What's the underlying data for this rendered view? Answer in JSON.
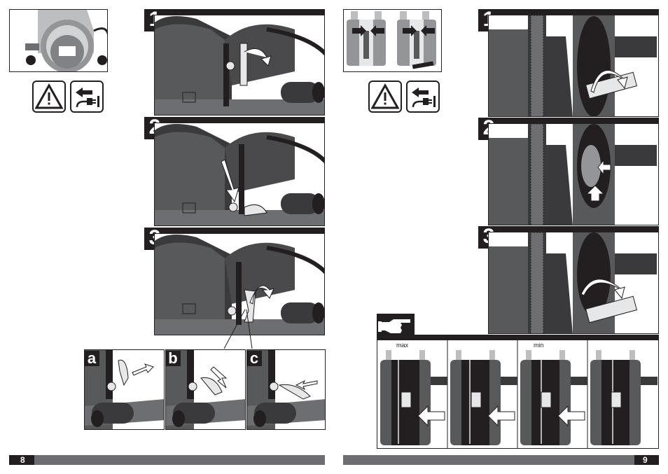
{
  "left_page": {
    "page_number": "8",
    "steps": [
      {
        "number": "1"
      },
      {
        "number": "2"
      },
      {
        "number": "3"
      }
    ],
    "detail_steps": [
      {
        "letter": "a"
      },
      {
        "letter": "b"
      },
      {
        "letter": "c"
      }
    ],
    "icons": [
      "warning-triangle-icon",
      "unplug-icon"
    ]
  },
  "right_page": {
    "page_number": "9",
    "steps": [
      {
        "number": "1"
      },
      {
        "number": "2"
      },
      {
        "number": "3"
      }
    ],
    "adjust_panel": {
      "label_max": "max",
      "label_min": "min",
      "icon": "pointing-hand-icon"
    },
    "icons": [
      "warning-triangle-icon",
      "unplug-icon"
    ]
  },
  "colors": {
    "dark": "#231f20",
    "machine": "#58595b",
    "machine_dark": "#3a3a3c",
    "light_part": "#e6e7e8",
    "footer_gray": "#6d6e71"
  }
}
